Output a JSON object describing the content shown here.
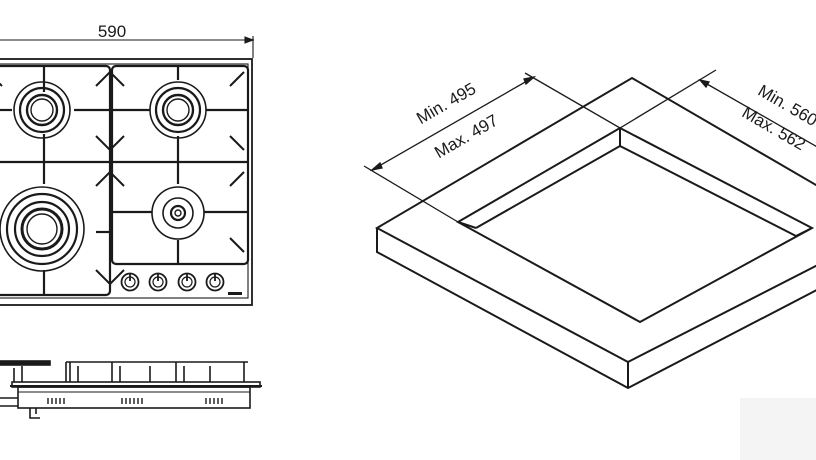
{
  "hob": {
    "width_label": "590"
  },
  "cutout": {
    "depth_min_label": "Min. 495",
    "depth_max_label": "Max. 497",
    "width_min_label": "Min. 560",
    "width_max_label": "Max. 562"
  },
  "colors": {
    "line": "#1a1a1a",
    "background": "#ffffff"
  }
}
